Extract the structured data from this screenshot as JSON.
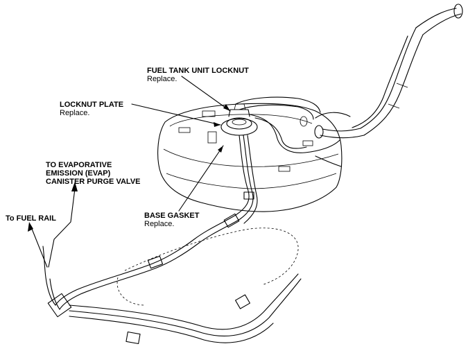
{
  "labels": {
    "fuel_tank_unit_locknut": {
      "title": "FUEL TANK UNIT LOCKNUT",
      "note": "Replace."
    },
    "locknut_plate": {
      "title": "LOCKNUT PLATE",
      "note": "Replace."
    },
    "to_evap": {
      "line1": "TO EVAPORATIVE",
      "line2": "EMISSION (EVAP)",
      "line3": "CANISTER PURGE VALVE"
    },
    "to_fuel_rail": {
      "title": "To FUEL RAIL"
    },
    "base_gasket": {
      "title": "BASE GASKET",
      "note": "Replace."
    }
  }
}
